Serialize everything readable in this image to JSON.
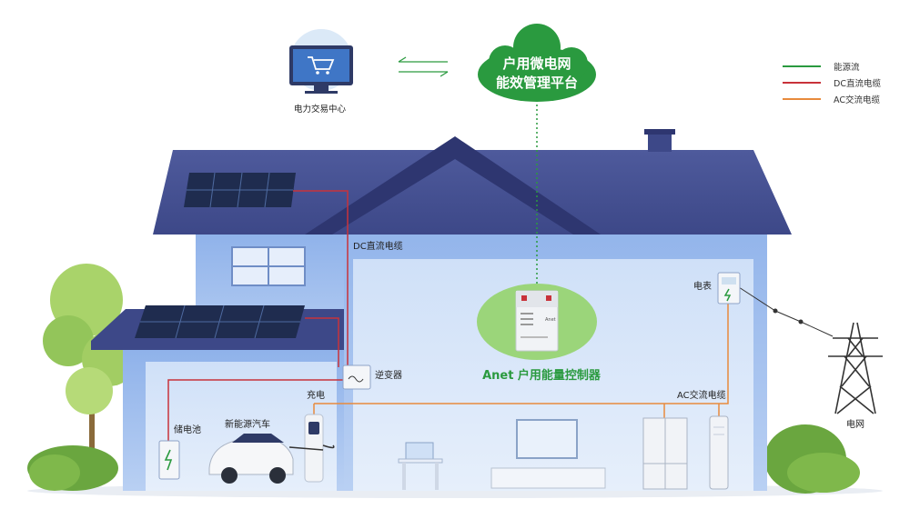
{
  "cloud": {
    "line1": "户用微电网",
    "line2": "能效管理平台"
  },
  "trading_center": {
    "label": "电力交易中心"
  },
  "legend": [
    {
      "label": "能源流",
      "color": "#2a9a3f"
    },
    {
      "label": "DC直流电缆",
      "color": "#c8323a"
    },
    {
      "label": "AC交流电缆",
      "color": "#e88a3c"
    }
  ],
  "labels": {
    "dc_cable": "DC直流电缆",
    "meter": "电表",
    "inverter": "逆变器",
    "charging": "充电",
    "battery": "储电池",
    "ev": "新能源汽车",
    "ac_cable": "AC交流电缆",
    "grid": "电网"
  },
  "controller": {
    "title": "Anet 户用能量控制器",
    "brand": "Anet"
  }
}
